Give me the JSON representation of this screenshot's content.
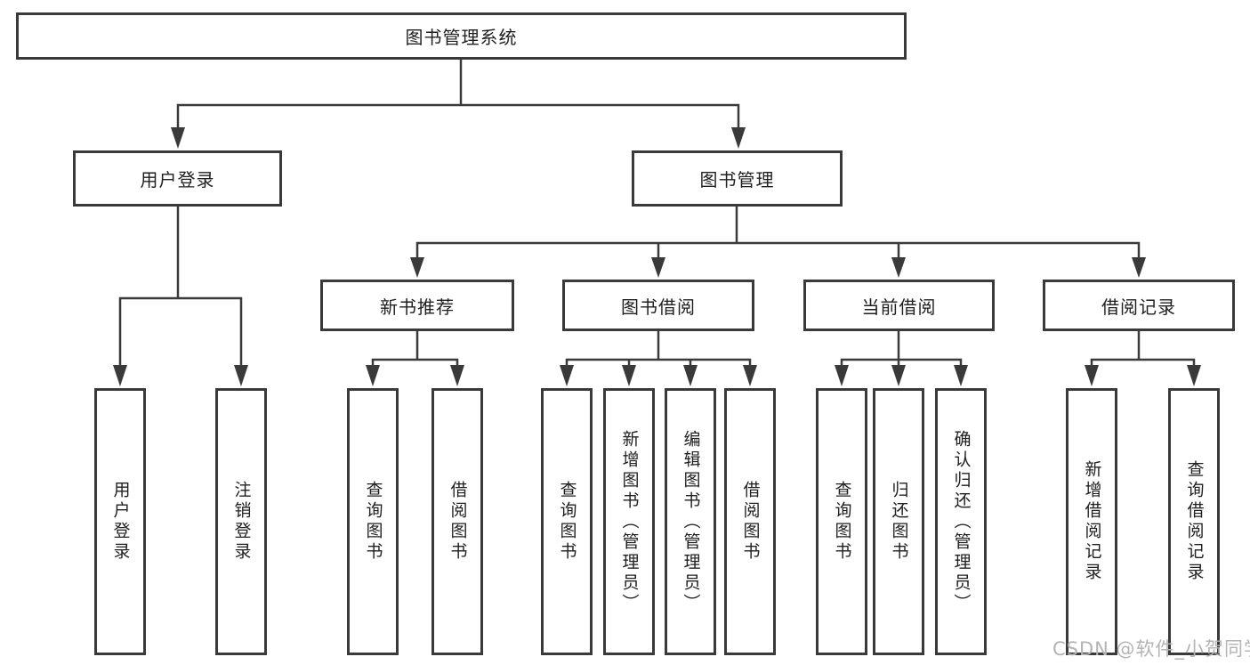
{
  "tree": {
    "root": "图书管理系统",
    "branches": [
      {
        "label": "用户登录",
        "children": [
          "用户登录",
          "注销登录"
        ]
      },
      {
        "label": "图书管理",
        "groups": [
          {
            "label": "新书推荐",
            "children": [
              "查询图书",
              "借阅图书"
            ]
          },
          {
            "label": "图书借阅",
            "children": [
              "查询图书",
              "新增图书（管理员）",
              "编辑图书（管理员）",
              "借阅图书"
            ]
          },
          {
            "label": "当前借阅",
            "children": [
              "查询图书",
              "归还图书",
              "确认归还（管理员）"
            ]
          },
          {
            "label": "借阅记录",
            "children": [
              "新增借阅记录",
              "查询借阅记录"
            ]
          }
        ]
      }
    ]
  },
  "watermark": "CSDN @软件_小贺同学",
  "colors": {
    "line": "#3a3a3a",
    "text": "#1f1f1f",
    "background": "#ffffff",
    "watermark": "#b4b4b4"
  }
}
